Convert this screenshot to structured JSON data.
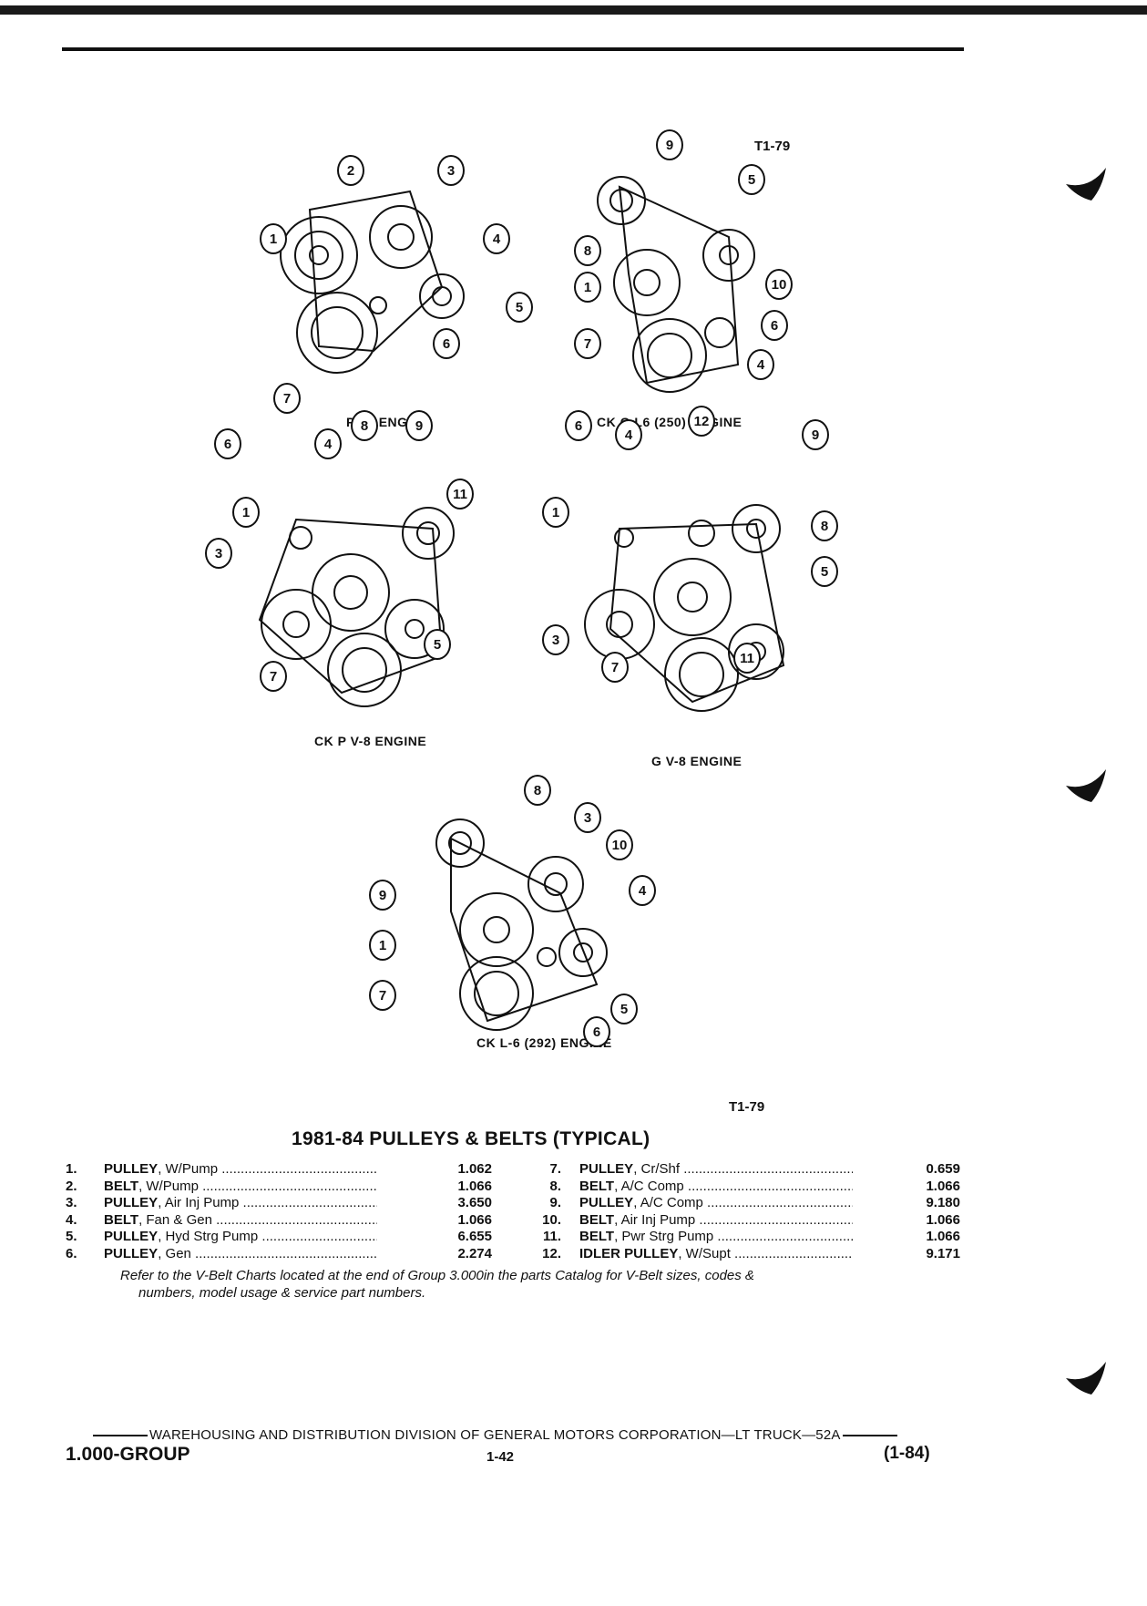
{
  "header": {
    "figure_ref_top": "T1-79"
  },
  "diagrams": [
    {
      "caption": "P L6 ENGINE",
      "callouts": [
        "1",
        "2",
        "3",
        "4",
        "5",
        "6",
        "7"
      ]
    },
    {
      "caption": "CK G L6 (250) ENGINE",
      "callouts": [
        "1",
        "4",
        "5",
        "6",
        "7",
        "8",
        "9",
        "10"
      ]
    },
    {
      "caption": "CK P V-8 ENGINE",
      "callouts": [
        "1",
        "3",
        "4",
        "5",
        "6",
        "7",
        "8",
        "9",
        "11"
      ]
    },
    {
      "caption": "G V-8 ENGINE",
      "callouts": [
        "1",
        "3",
        "4",
        "5",
        "6",
        "7",
        "8",
        "9",
        "11",
        "12"
      ]
    },
    {
      "caption": "CK L-6 (292) ENGINE",
      "callouts": [
        "1",
        "3",
        "4",
        "5",
        "6",
        "7",
        "8",
        "9",
        "10"
      ]
    }
  ],
  "figure_ref_bottom": "T1-79",
  "section_title": "1981-84 PULLEYS & BELTS (TYPICAL)",
  "parts": [
    {
      "num": "1.",
      "name": "PULLEY",
      "desc": ", W/Pump",
      "value": "1.062"
    },
    {
      "num": "2.",
      "name": "BELT",
      "desc": ", W/Pump",
      "value": "1.066"
    },
    {
      "num": "3.",
      "name": "PULLEY",
      "desc": ", Air Inj Pump",
      "value": "3.650"
    },
    {
      "num": "4.",
      "name": "BELT",
      "desc": ", Fan & Gen",
      "value": "1.066"
    },
    {
      "num": "5.",
      "name": "PULLEY",
      "desc": ", Hyd Strg Pump",
      "value": "6.655"
    },
    {
      "num": "6.",
      "name": "PULLEY",
      "desc": ", Gen",
      "value": "2.274"
    },
    {
      "num": "7.",
      "name": "PULLEY",
      "desc": ", Cr/Shf",
      "value": "0.659"
    },
    {
      "num": "8.",
      "name": "BELT",
      "desc": ", A/C Comp",
      "value": "1.066"
    },
    {
      "num": "9.",
      "name": "PULLEY",
      "desc": ", A/C Comp",
      "value": "9.180"
    },
    {
      "num": "10.",
      "name": "BELT",
      "desc": ", Air Inj Pump",
      "value": "1.066"
    },
    {
      "num": "11.",
      "name": "BELT",
      "desc": ", Pwr Strg Pump",
      "value": "1.066"
    },
    {
      "num": "12.",
      "name": "IDLER PULLEY",
      "desc": ", W/Supt",
      "value": "9.171"
    }
  ],
  "note_line1": "Refer to the V-Belt Charts located at the end of Group 3.000in the parts Catalog for V-Belt sizes, codes &",
  "note_line2": "numbers, model usage & service part numbers.",
  "footer": {
    "line": "WAREHOUSING AND DISTRIBUTION DIVISION OF GENERAL MOTORS CORPORATION—LT TRUCK—52A",
    "group": "1.000-GROUP",
    "page": "1-42",
    "date": "(1-84)"
  }
}
